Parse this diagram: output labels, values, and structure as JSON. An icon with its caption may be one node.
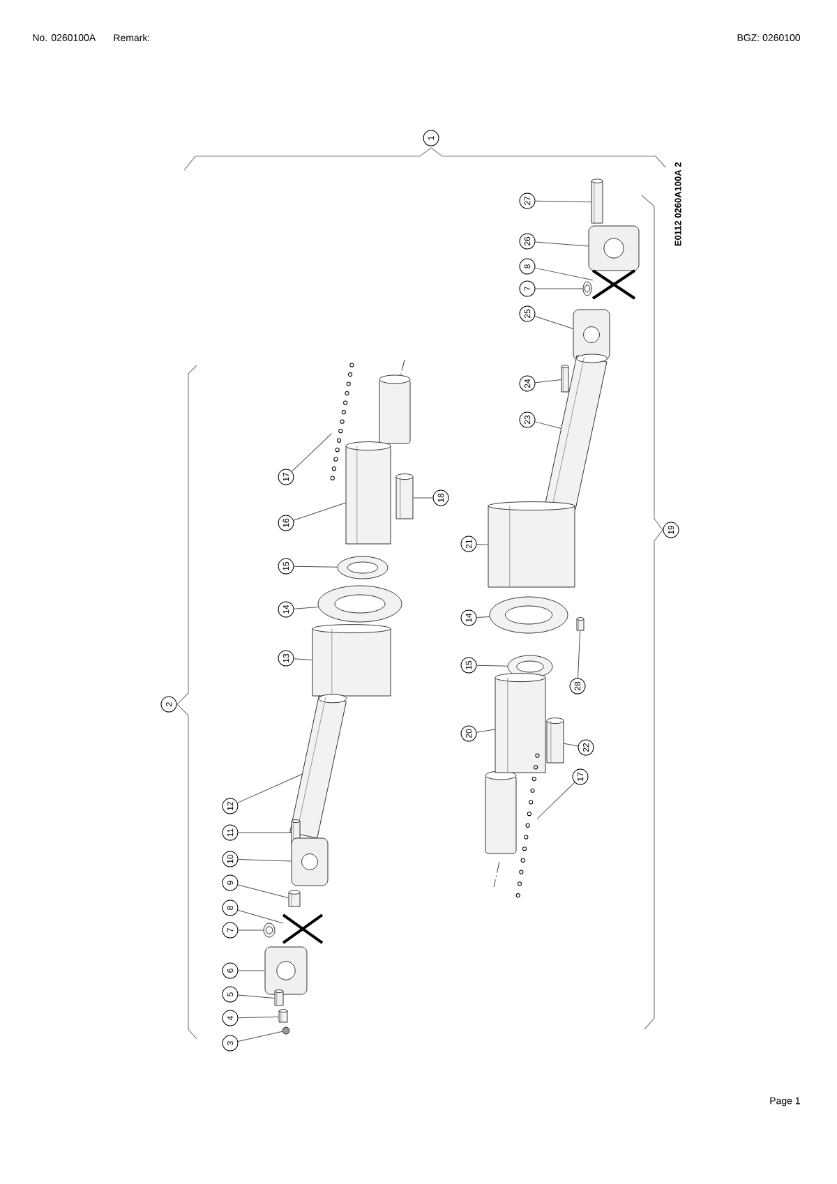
{
  "diagram": {
    "nodes": [
      {
        "text": [
          "17"
        ]
      },
      {
        "text": [
          "16"
        ]
      },
      {
        "text": [
          "18"
        ]
      },
      {
        "text": [
          "15"
        ]
      },
      {
        "text": [
          "14"
        ]
      },
      {
        "text": [
          "13"
        ]
      },
      {
        "text": [
          "12"
        ]
      },
      {
        "text": [
          "11"
        ]
      },
      {
        "text": [
          "10"
        ]
      },
      {
        "text": [
          "9"
        ]
      },
      {
        "text": [
          "8"
        ]
      },
      {
        "text": [
          "7"
        ]
      },
      {
        "text": [
          "6"
        ]
      },
      {
        "text": [
          "5"
        ]
      },
      {
        "text": [
          "4"
        ]
      },
      {
        "text": [
          "3"
        ]
      },
      {
        "text": [
          "27"
        ]
      },
      {
        "text": [
          "26"
        ]
      },
      {
        "text": [
          "8"
        ]
      },
      {
        "text": [
          "7"
        ]
      },
      {
        "text": [
          "25"
        ]
      },
      {
        "text": [
          "24"
        ]
      },
      {
        "text": [
          "23"
        ]
      },
      {
        "text": [
          "21"
        ]
      },
      {
        "text": [
          "14"
        ]
      },
      {
        "text": [
          "28"
        ]
      },
      {
        "text": [
          "15"
        ]
      },
      {
        "text": [
          "20"
        ]
      },
      {
        "text": [
          "22"
        ]
      },
      {
        "text": [
          "17"
        ]
      },
      {
        "text": [],
        "shape": "chain"
      },
      {
        "text": [],
        "shape": "cylinder"
      },
      {
        "text": [],
        "shape": "cylinder"
      },
      {
        "text": [],
        "shape": "ring"
      },
      {
        "text": [],
        "shape": "ring"
      },
      {
        "text": [],
        "shape": "cylinder"
      },
      {
        "text": [],
        "shape": "cylinder"
      },
      {
        "text": [],
        "shape": "cylinder"
      },
      {
        "text": [],
        "shape": "box"
      },
      {
        "text": [],
        "shape": "cylinder"
      },
      {
        "text": [],
        "shape": "cross"
      },
      {
        "text": [],
        "shape": "ring"
      },
      {
        "text": [],
        "shape": "box"
      },
      {
        "text": [],
        "shape": "cylinder"
      },
      {
        "text": [],
        "shape": "cylinder"
      },
      {
        "text": [],
        "shape": "circle"
      },
      {
        "text": [],
        "shape": "cylinder"
      },
      {
        "text": [],
        "shape": "box"
      },
      {
        "text": [],
        "shape": "cross"
      },
      {
        "text": [],
        "shape": "ring"
      },
      {
        "text": [],
        "shape": "box"
      },
      {
        "text": [],
        "shape": "cylinder"
      },
      {
        "text": [],
        "shape": "cylinder"
      },
      {
        "text": [],
        "shape": "cylinder"
      },
      {
        "text": [],
        "shape": "ring"
      },
      {
        "text": [],
        "shape": "cylinder"
      },
      {
        "text": [],
        "shape": "ring"
      },
      {
        "text": [],
        "shape": "cylinder"
      },
      {
        "text": [],
        "shape": "cylinder"
      },
      {
        "text": [],
        "shape": "chain"
      },
      {
        "text": [
          "1"
        ]
      },
      {
        "text": [
          "2"
        ]
      },
      {
        "text": [
          "19"
        ]
      }
    ],
    "edges": [
      {
        "from": 0,
        "to": 30,
        "arrow": "none"
      },
      {
        "from": 1,
        "to": 31,
        "arrow": "none"
      },
      {
        "from": 2,
        "to": 32,
        "arrow": "none"
      },
      {
        "from": 3,
        "to": 33,
        "arrow": "none"
      },
      {
        "from": 4,
        "to": 34,
        "arrow": "none"
      },
      {
        "from": 5,
        "to": 35,
        "arrow": "none"
      },
      {
        "from": 6,
        "to": 36,
        "arrow": "none"
      },
      {
        "from": 7,
        "to": 37,
        "arrow": "none"
      },
      {
        "from": 8,
        "to": 38,
        "arrow": "none"
      },
      {
        "from": 9,
        "to": 39,
        "arrow": "none"
      },
      {
        "from": 10,
        "to": 40,
        "arrow": "none"
      },
      {
        "from": 11,
        "to": 41,
        "arrow": "none"
      },
      {
        "from": 12,
        "to": 42,
        "arrow": "none"
      },
      {
        "from": 13,
        "to": 43,
        "arrow": "none"
      },
      {
        "from": 14,
        "to": 44,
        "arrow": "none"
      },
      {
        "from": 15,
        "to": 45,
        "arrow": "none"
      },
      {
        "from": 16,
        "to": 46,
        "arrow": "none"
      },
      {
        "from": 17,
        "to": 47,
        "arrow": "none"
      },
      {
        "from": 18,
        "to": 48,
        "arrow": "none"
      },
      {
        "from": 19,
        "to": 49,
        "arrow": "none"
      },
      {
        "from": 20,
        "to": 50,
        "arrow": "none"
      },
      {
        "from": 21,
        "to": 51,
        "arrow": "none"
      },
      {
        "from": 22,
        "to": 52,
        "arrow": "none"
      },
      {
        "from": 23,
        "to": 53,
        "arrow": "none"
      },
      {
        "from": 24,
        "to": 54,
        "arrow": "none"
      },
      {
        "from": 25,
        "to": 55,
        "arrow": "none"
      },
      {
        "from": 26,
        "to": 56,
        "arrow": "none"
      },
      {
        "from": 27,
        "to": 57,
        "arrow": "none"
      },
      {
        "from": 28,
        "to": 58,
        "arrow": "none"
      },
      {
        "from": 29,
        "to": 59,
        "arrow": "none"
      }
    ],
    "labels": [
      "No. 0260100A",
      "Remark:",
      "BGZ: 0260100",
      "E0112 0260A100A 2",
      "Page 1"
    ]
  }
}
